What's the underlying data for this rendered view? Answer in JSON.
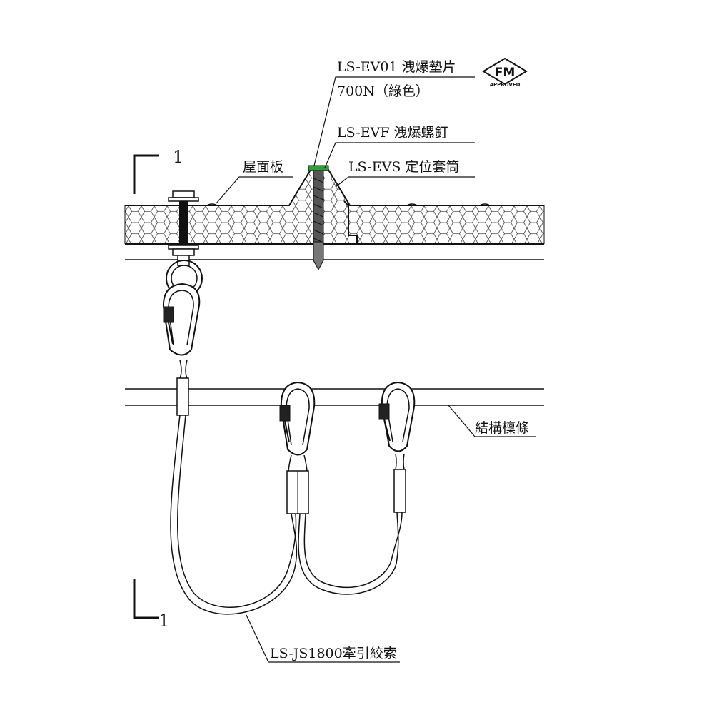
{
  "section_marks": {
    "top_number": "1",
    "bottom_number": "1"
  },
  "labels": {
    "gasket_code": "LS-EV01 洩爆墊片",
    "gasket_spec": "700N（綠色）",
    "screw": "LS-EVF 洩爆螺釘",
    "sleeve": "LS-EVS 定位套筒",
    "roof_panel": "屋面板",
    "purlin": "結構檁條",
    "cable": "LS-JS1800牽引絞索"
  },
  "badge": {
    "top": "FM",
    "bottom": "APPROVED"
  },
  "colors": {
    "line": "#111111",
    "gasket": "#2e9e3a",
    "background": "#ffffff"
  }
}
